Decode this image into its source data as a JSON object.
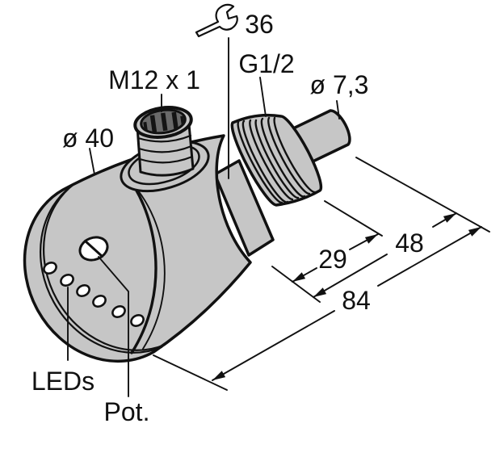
{
  "drawing": {
    "type": "technical-dimension-drawing",
    "subject": "flow-sensor-with-m12-connector",
    "labels": {
      "connector_thread": "M12 x 1",
      "wrench_size": "36",
      "process_thread": "G1/2",
      "probe_diameter": "ø 7,3",
      "body_diameter": "ø 40",
      "leds": "LEDs",
      "potentiometer": "Pot."
    },
    "dimensions_mm": {
      "thread_length": "29",
      "thread_to_tip_length": "48",
      "total_length": "84"
    },
    "icons": {
      "wrench": "wrench-icon"
    },
    "colors": {
      "outline": "#111111",
      "body_fill": "#c6c6c6",
      "connector_face": "#6a6a6a",
      "background": "#ffffff"
    }
  }
}
